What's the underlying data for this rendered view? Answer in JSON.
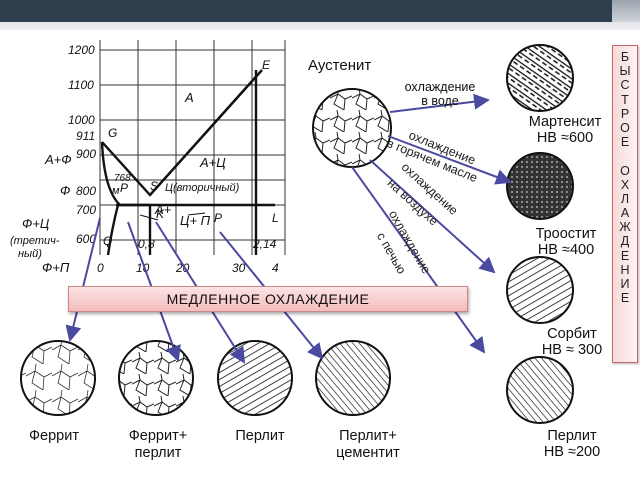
{
  "phase_diagram": {
    "y_ticks": [
      "1200",
      "1100",
      "1000",
      "911",
      "900",
      "800",
      "700",
      "600"
    ],
    "x_ticks": [
      "0",
      "10",
      "20",
      "30",
      "4"
    ],
    "x_minor": [
      "0,8",
      "2,14"
    ],
    "points": [
      "A",
      "E",
      "G",
      "S",
      "P",
      "Q",
      "K",
      "L",
      "P"
    ],
    "tick_727": "768",
    "regions": {
      "a": "A",
      "a_plus_f": "A+Ф",
      "f": "Ф",
      "m": "м",
      "a_plus_c": "А+Ц",
      "a_plus_c2": "А+",
      "secondary": "Ц(вторичный)",
      "f_plus_c": "Ф+Ц",
      "tertiary": "(третич-",
      "tertiary2": "ный)",
      "c_plus_p": "Ц+ П",
      "f_plus_p": "Ф+П"
    }
  },
  "austenite_label": "Аустенит",
  "quench_labels": {
    "water1": "охлаждение",
    "water2": "в воде",
    "oil": "охлаждение",
    "oil2": "в горячем масле",
    "air": "охлаждение",
    "air2": "на воздухе",
    "furnace": "охлаждение",
    "furnace2": "с печью"
  },
  "fast_cooling_letters": [
    "Б",
    "Ы",
    "С",
    "Т",
    "Р",
    "О",
    "Е",
    "",
    "О",
    "Х",
    "Л",
    "А",
    "Ж",
    "Д",
    "Е",
    "Н",
    "И",
    "Е"
  ],
  "slow_cooling_label": "МЕДЛЕННОЕ ОХЛАЖДЕНИЕ",
  "right_structures": {
    "martensite": "Мартенсит",
    "martensite_hb": "HB ≈600",
    "troostite": "Троостит",
    "troostite_hb": "HB ≈400",
    "sorbite": "Сорбит",
    "sorbite_hb": "HB ≈ 300",
    "pearlite": "Перлит",
    "pearlite_hb": "HB ≈200"
  },
  "bottom_structures": {
    "ferrite": "Феррит",
    "ferrite_pearlite": "Феррит+",
    "ferrite_pearlite2": "перлит",
    "pearlite": "Перлит",
    "pearlite_cementite": "Перлит+",
    "pearlite_cementite2": "цементит"
  },
  "colors": {
    "arrow": "#4a4aa0",
    "banner_border": "#cc6666",
    "banner_fill": "#f6dada",
    "grid": "#333333"
  }
}
